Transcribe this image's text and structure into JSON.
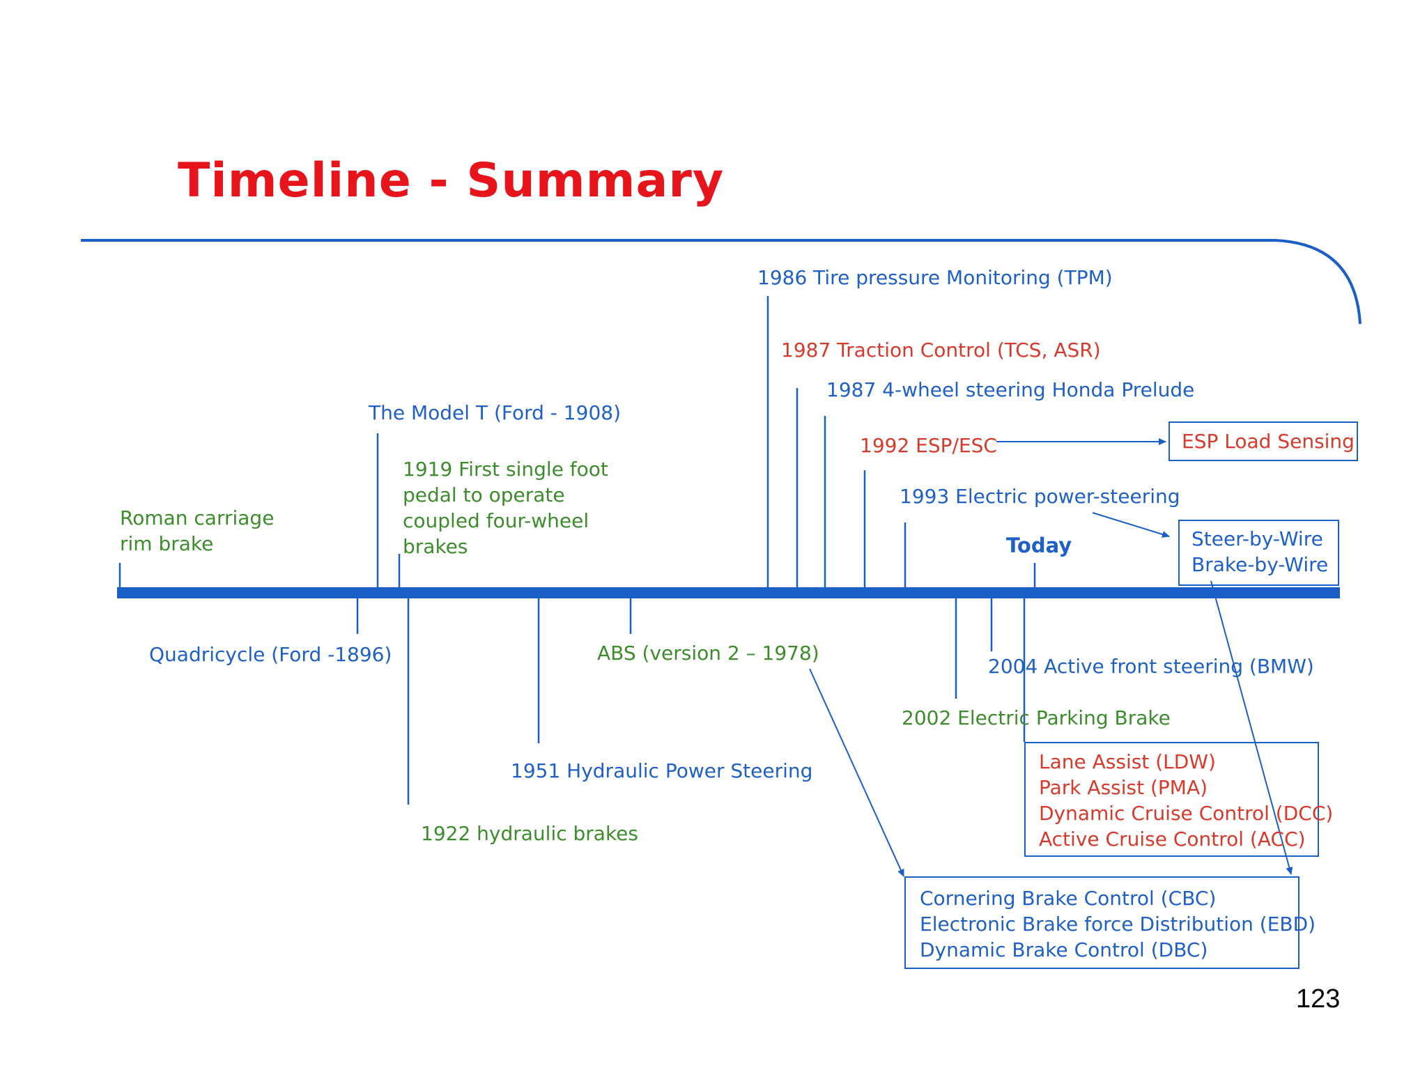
{
  "title": "Timeline - Summary",
  "page_number": "123",
  "today_label": "Today",
  "colors": {
    "title": "#e8141c",
    "axis": "#1a5ec8",
    "blue_text": "#1f5fc8",
    "green_text": "#3c8c2c",
    "red_text": "#d8392b"
  },
  "events_above": [
    {
      "id": "roman",
      "lines": [
        "Roman carriage",
        "rim brake"
      ],
      "color": "green"
    },
    {
      "id": "model-t",
      "lines": [
        "The Model T (Ford - 1908)"
      ],
      "color": "blue"
    },
    {
      "id": "pedal-1919",
      "lines": [
        "1919  First single foot",
        "pedal to operate",
        "coupled four-wheel",
        "brakes"
      ],
      "color": "green"
    },
    {
      "id": "tpm-1986",
      "lines": [
        "1986 Tire pressure Monitoring (TPM)"
      ],
      "color": "blue"
    },
    {
      "id": "tcs-1987",
      "lines": [
        "1987 Traction Control (TCS, ASR)"
      ],
      "color": "red"
    },
    {
      "id": "steer4-1987",
      "lines": [
        "1987 4-wheel steering Honda Prelude"
      ],
      "color": "blue"
    },
    {
      "id": "esp-1992",
      "lines": [
        "1992 ESP/ESC"
      ],
      "color": "red"
    },
    {
      "id": "eps-1993",
      "lines": [
        "1993 Electric power-steering"
      ],
      "color": "blue"
    }
  ],
  "events_below": [
    {
      "id": "quadricycle",
      "lines": [
        "Quadricycle (Ford -1896)"
      ],
      "color": "blue"
    },
    {
      "id": "hydraulic-1922",
      "lines": [
        "1922 hydraulic brakes"
      ],
      "color": "green"
    },
    {
      "id": "hps-1951",
      "lines": [
        "1951 Hydraulic Power Steering"
      ],
      "color": "blue"
    },
    {
      "id": "abs-1978",
      "lines": [
        "ABS (version 2 – 1978)"
      ],
      "color": "green"
    },
    {
      "id": "epb-2002",
      "lines": [
        "2002 Electric Parking Brake"
      ],
      "color": "green"
    },
    {
      "id": "afs-2004",
      "lines": [
        "2004 Active front steering (BMW)"
      ],
      "color": "blue"
    }
  ],
  "boxes": {
    "esp_load": {
      "lines": [
        "ESP Load Sensing"
      ],
      "color": "red"
    },
    "by_wire": {
      "lines": [
        "Steer-by-Wire",
        "Brake-by-Wire"
      ],
      "color": "blue"
    },
    "assist": {
      "lines": [
        "Lane Assist (LDW)",
        "Park Assist (PMA)",
        "Dynamic Cruise Control (DCC)",
        "Active Cruise Control (ACC)"
      ],
      "color": "red"
    },
    "brake_ctrl": {
      "lines": [
        "Cornering Brake Control (CBC)",
        "Electronic Brake force Distribution (EBD)",
        "Dynamic Brake Control (DBC)"
      ],
      "color": "blue"
    }
  }
}
